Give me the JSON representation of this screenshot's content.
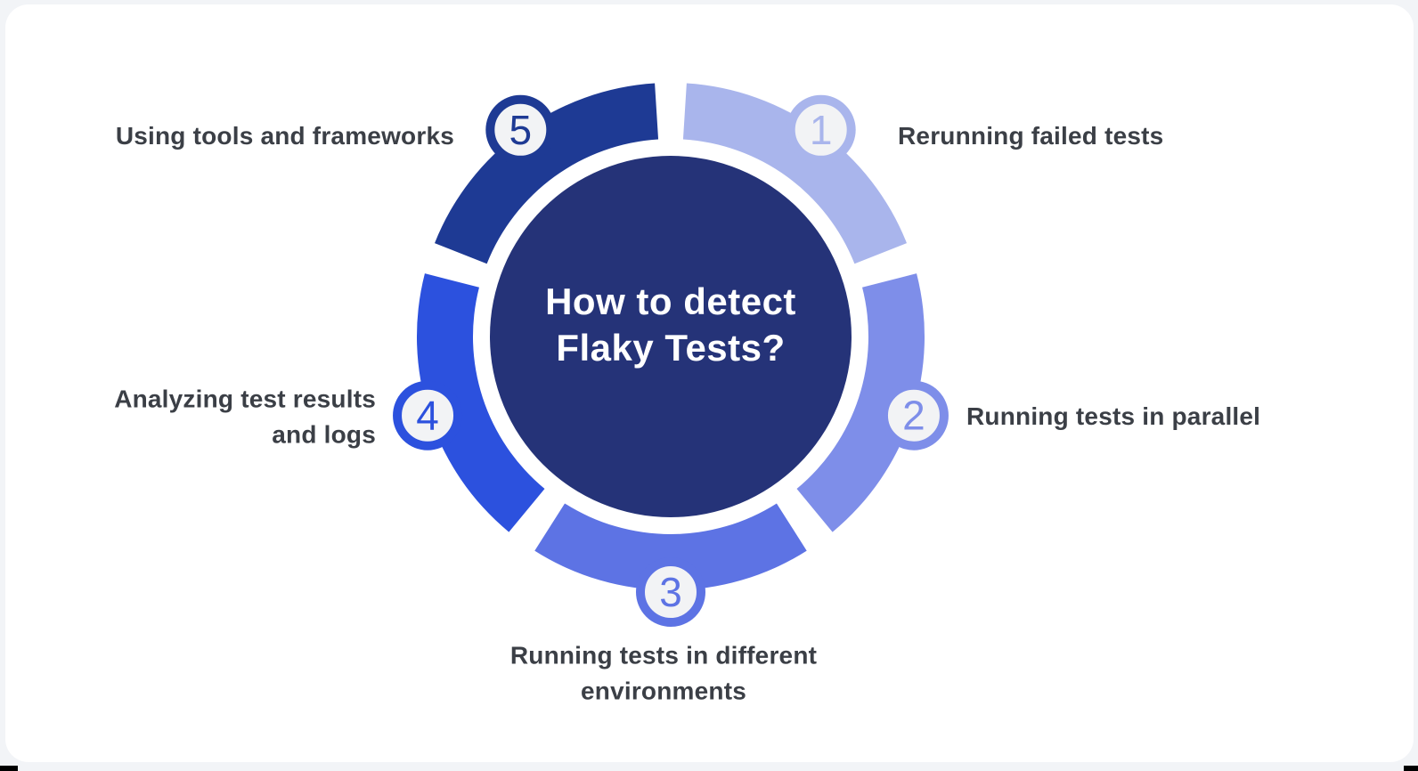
{
  "page": {
    "background_color": "#f2f4f7",
    "card_color": "#ffffff"
  },
  "diagram": {
    "title": {
      "line1": "How to detect",
      "line2": "Flaky Tests?"
    },
    "center_fill": "#253378",
    "center_text_color": "#ffffff",
    "badge_fill": "#f2f3f5",
    "label_color": "#3b3f46",
    "steps": [
      {
        "number": "1",
        "label": "Rerunning failed tests",
        "color": "#a9b5ec"
      },
      {
        "number": "2",
        "label": "Running tests in parallel",
        "color": "#7e8ee9"
      },
      {
        "number": "3",
        "label": "Running tests in different environments",
        "color": "#5d73e4"
      },
      {
        "number": "4",
        "label": "Analyzing test results and logs",
        "color": "#2c51de"
      },
      {
        "number": "5",
        "label": "Using tools and frameworks",
        "color": "#1e3a94"
      }
    ]
  }
}
